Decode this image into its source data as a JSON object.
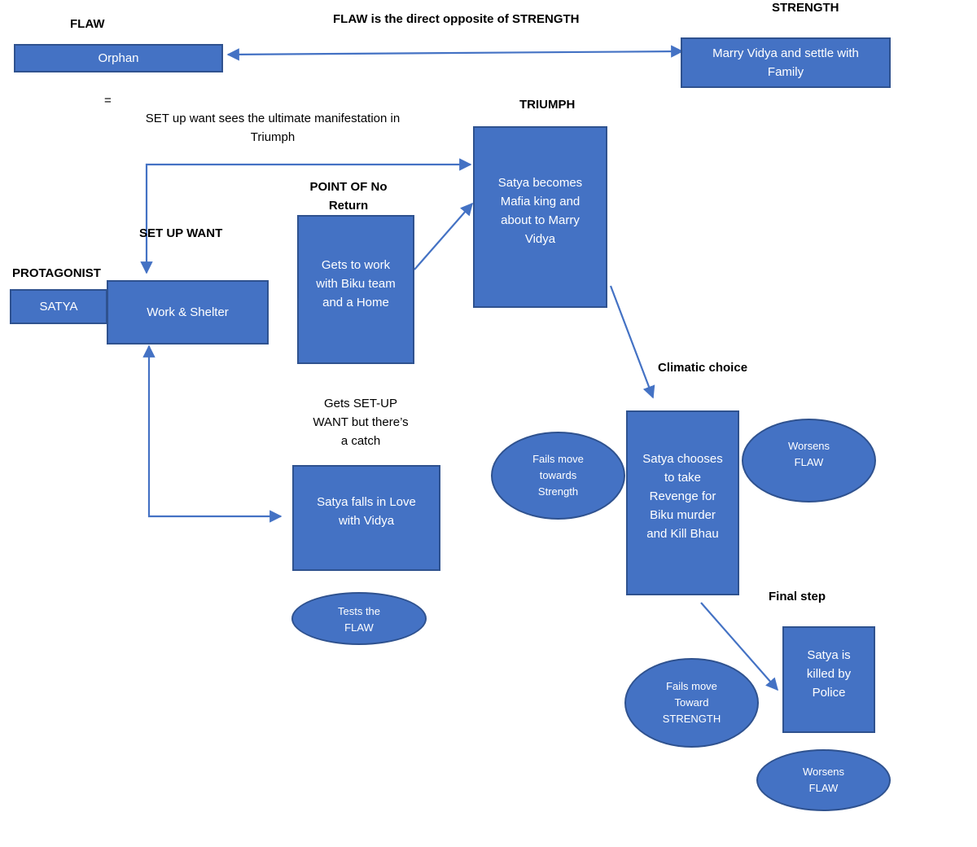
{
  "labels": {
    "flaw": "FLAW",
    "strength": "STRENGTH",
    "relation": "FLAW is the direct opposite of STRENGTH",
    "equals": "=",
    "setup_note": "SET up want sees the ultimate manifestation in\nTriumph",
    "triumph": "TRIUMPH",
    "point_of_no_return": "POINT OF No\nReturn",
    "set_up_want": "SET UP WANT",
    "protagonist": "PROTAGONIST",
    "catch_note": "Gets SET-UP\nWANT but there’s\na catch",
    "climatic_choice": "Climatic choice",
    "final_step": "Final step"
  },
  "boxes": {
    "orphan": "Orphan",
    "marry": "Marry Vidya and settle with\nFamily",
    "satya": "SATYA",
    "work_shelter": "Work & Shelter",
    "biku_team": "Gets to work\nwith Biku team\nand  a Home",
    "mafia_king": "Satya becomes\nMafia king and\nabout to Marry\nVidya",
    "love": "Satya falls in Love\nwith Vidya",
    "revenge": "Satya chooses\nto take\nRevenge for\nBiku murder\nand Kill Bhau",
    "killed": "Satya is\nkilled by\nPolice"
  },
  "ellipses": {
    "tests_flaw": "Tests the\nFLAW",
    "fails_strength_1": "Fails move\ntowards\nStrength",
    "worsens_flaw_1": "Worsens\nFLAW",
    "fails_strength_2": "Fails move\nToward\nSTRENGTH",
    "worsens_flaw_2": "Worsens\nFLAW"
  },
  "colors": {
    "fill": "#4472c4",
    "border": "#2f528f",
    "arrow": "#4472c4"
  }
}
